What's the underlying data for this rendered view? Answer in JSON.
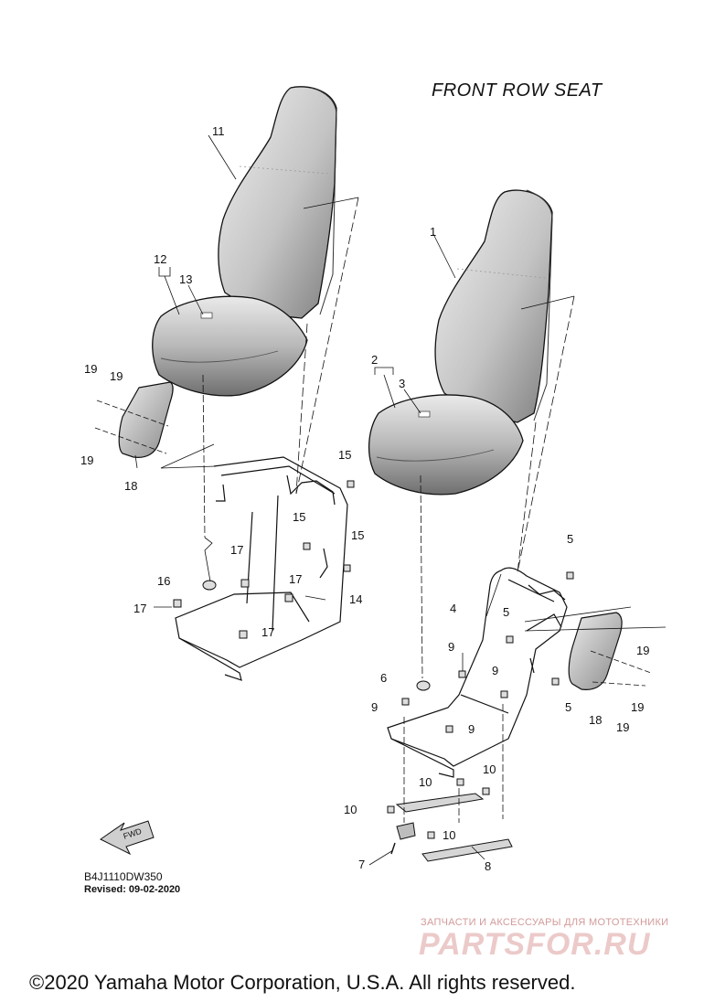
{
  "title": "FRONT ROW SEAT",
  "diagram_code": "B4J1110DW350",
  "revised": "Revised: 09-02-2020",
  "copyright": "©2020 Yamaha Motor Corporation, U.S.A. All rights reserved.",
  "watermark": {
    "tagline": "ЗАПЧАСТИ И АКСЕССУАРЫ ДЛЯ МОТОТЕХНИКИ",
    "logo": "PARTSFOR.RU"
  },
  "fwd_label": "FWD",
  "callouts": {
    "c1": "1",
    "c2": "2",
    "c3": "3",
    "c4": "4",
    "c5a": "5",
    "c5b": "5",
    "c5c": "5",
    "c6": "6",
    "c7": "7",
    "c8": "8",
    "c9a": "9",
    "c9b": "9",
    "c9c": "9",
    "c9d": "9",
    "c10a": "10",
    "c10b": "10",
    "c10c": "10",
    "c10d": "10",
    "c11": "11",
    "c12": "12",
    "c13": "13",
    "c14": "14",
    "c15a": "15",
    "c15b": "15",
    "c15c": "15",
    "c16": "16",
    "c17a": "17",
    "c17b": "17",
    "c17c": "17",
    "c17d": "17",
    "c18a": "18",
    "c18b": "18",
    "c19a": "19",
    "c19b": "19",
    "c19c": "19",
    "c19d": "19",
    "c19e": "19",
    "c19f": "19"
  },
  "colors": {
    "line": "#111111",
    "seat_light": "#e6e6e6",
    "seat_dark": "#8c8c8c",
    "frame": "#f4f4f4",
    "watermark": "#eccaca"
  }
}
